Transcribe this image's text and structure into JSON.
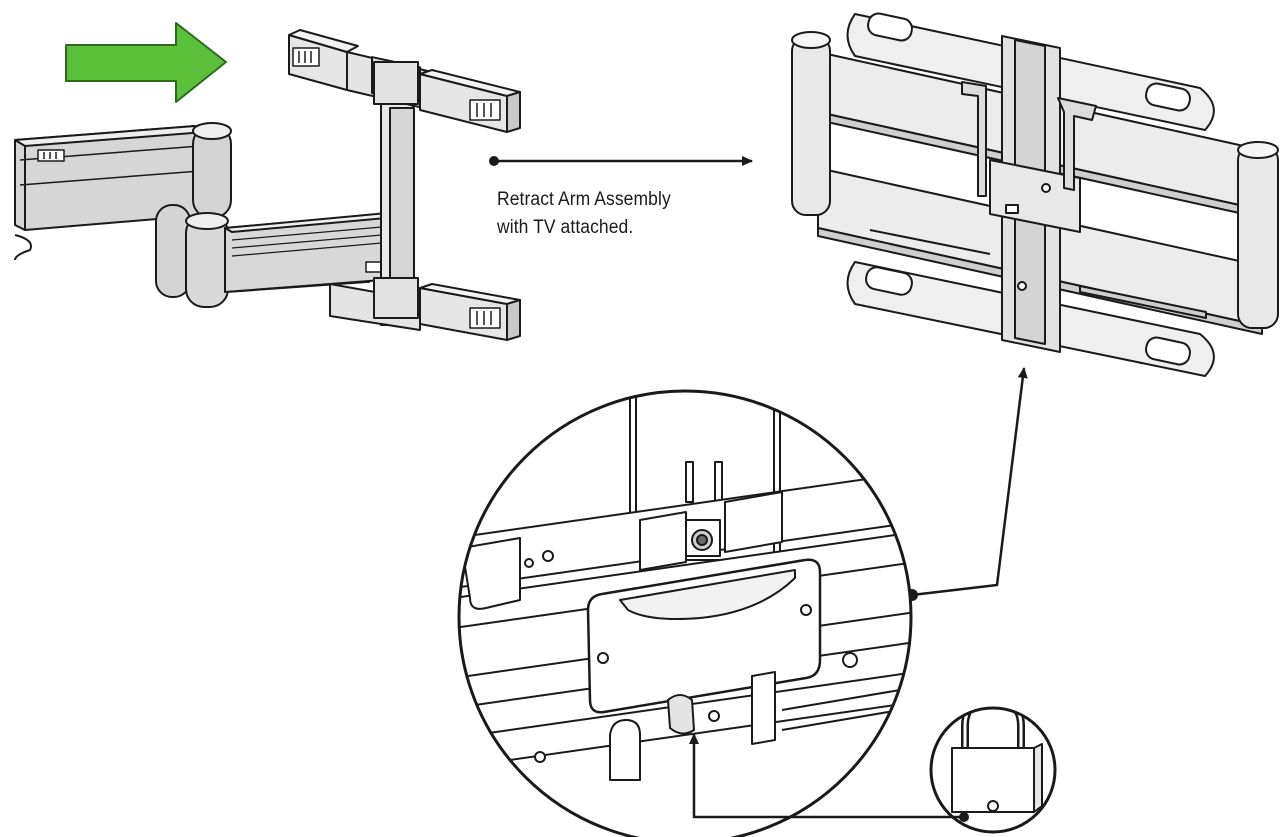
{
  "diagram": {
    "instruction": {
      "line1": "Retract Arm Assembly",
      "line2": "with TV attached."
    },
    "icons": {
      "direction_arrow": "green-push-arrow",
      "lock": "padlock-icon"
    },
    "colors": {
      "arrow_fill": "#5cc13a",
      "arrow_stroke": "#2f6a1d",
      "line": "#1a1a1a",
      "part_fill": "#d9d9d9",
      "part_light": "#ececec"
    }
  }
}
